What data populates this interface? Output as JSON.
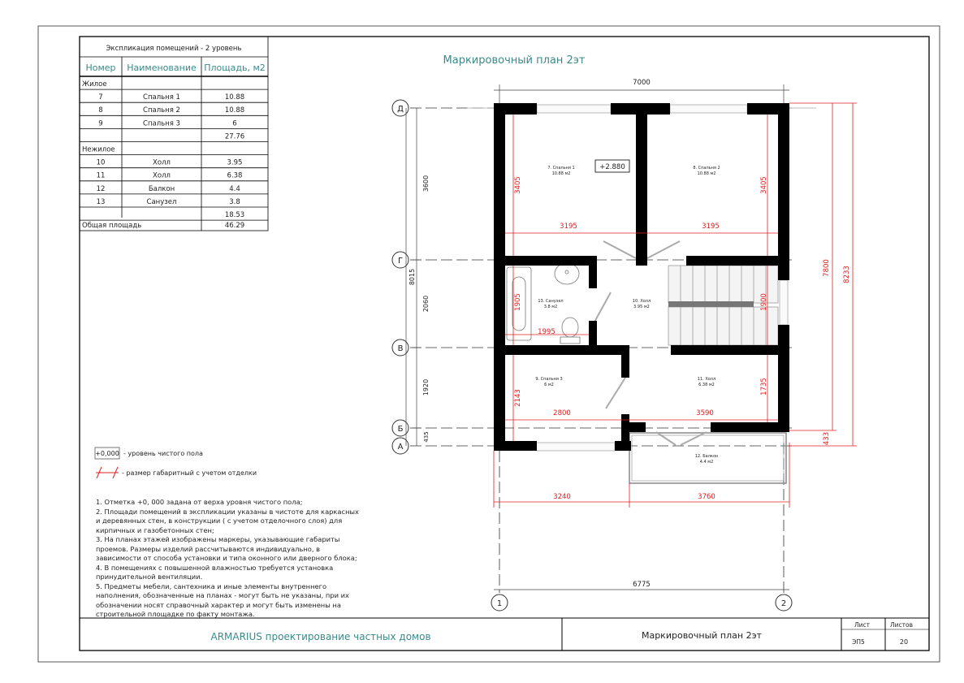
{
  "table": {
    "title": "Экспликация помещений - 2 уровень",
    "headers": [
      "Номер",
      "Наименование",
      "Площадь, м2"
    ],
    "rows": [
      [
        "Жилое",
        "",
        ""
      ],
      [
        "7",
        "Спальня 1",
        "10.88"
      ],
      [
        "8",
        "Спальня 2",
        "10.88"
      ],
      [
        "9",
        "Спальня 3",
        "6"
      ],
      [
        "",
        "",
        "27.76"
      ],
      [
        "Нежилое",
        "",
        ""
      ],
      [
        "10",
        "Холл",
        "3.95"
      ],
      [
        "11",
        "Холл",
        "6.38"
      ],
      [
        "12",
        "Балкон",
        "4.4"
      ],
      [
        "13",
        "Санузел",
        "3.8"
      ],
      [
        "",
        "",
        "18.53"
      ]
    ],
    "total_label": "Общая площадь",
    "total_value": "46.29"
  },
  "plan": {
    "title": "Маркировочный план 2эт",
    "level_mark": "+2.880",
    "axes_rows": [
      "Д",
      "Г",
      "В",
      "Б",
      "А"
    ],
    "axes_cols": [
      "1",
      "2"
    ],
    "rooms": [
      {
        "name": "7. Спальня 1",
        "area": "10.88 м2"
      },
      {
        "name": "8. Спальня 2",
        "area": "10.88 м2"
      },
      {
        "name": "13. Санузел",
        "area": "3.8 м2"
      },
      {
        "name": "10. Холл",
        "area": "3.95 м2"
      },
      {
        "name": "9. Спальня 3",
        "area": "6 м2"
      },
      {
        "name": "11. Холл",
        "area": "6.38 м2"
      },
      {
        "name": "12. Балкон",
        "area": "4.4 м2"
      }
    ],
    "dims_black": {
      "top": "7000",
      "bottom": "6775",
      "left": [
        "3600",
        "2060",
        "1920",
        "435"
      ],
      "left_total": "8015"
    },
    "dims_red": {
      "r7800": "7800",
      "r8233": "8233",
      "r433": "433",
      "b3240": "3240",
      "b3760": "3760",
      "d3405a": "3405",
      "d3195a": "3195",
      "d3195b": "3195",
      "d3405b": "3405",
      "d1905": "1905",
      "d1995": "1995",
      "d1900": "1900",
      "d2143": "2143",
      "d2800": "2800",
      "d3590": "3590",
      "d1735": "1735"
    }
  },
  "legend": {
    "level_sample": "+0,000",
    "level_text": "- уровень чистого пола",
    "dim_text": "- размер габаритный с учетом отделки"
  },
  "notes": [
    "1. Отметка +0, 000 задана от верха уровня чистого пола;",
    "2. Площади помещений в экспликации указаны в чистоте для каркасных и деревянных стен, в конструкции ( с учетом отделочного слоя) для кирпичных и газобетонных стен;",
    "3. На планах этажей изображены маркеры, указывающие габариты проемов. Размеры изделий рассчитываются индивидуально, в зависимости от способа установки и типа оконного или дверного блока;",
    "4. В помещениях с повышенной влажностью требуется установка принудительной вентиляции.",
    "5. Предметы мебели, сантехника и иные элементы внутреннего наполнения, обозначенные на планах - могут быть не указаны, при их обозначении носят справочный характер и могут быть изменены на строительной площадке по факту монтажа."
  ],
  "titleblock": {
    "company": "ARMARIUS проектирование частных домов",
    "sheet_title": "Маркировочный план 2эт",
    "sheet_label": "Лист",
    "sheets_label": "Листов",
    "sheet_value": "ЭП5",
    "sheets_value": "20"
  },
  "colors": {
    "teal": "#3a8a8a",
    "red": "#e02020"
  }
}
